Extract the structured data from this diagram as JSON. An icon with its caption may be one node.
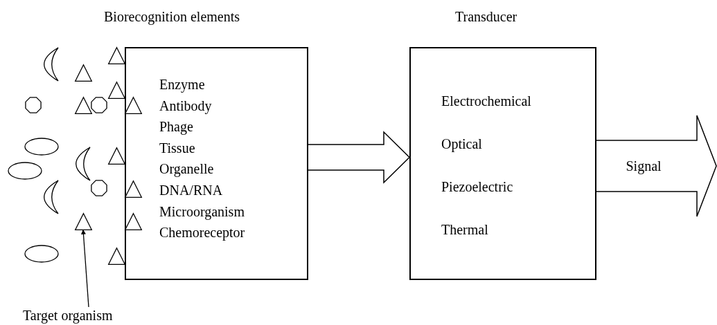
{
  "diagram": {
    "nodes": [
      {
        "text": [
          "Biorecognition elements",
          "Enzyme",
          "Antibody",
          "Phage",
          "Tissue",
          "Organelle",
          "DNA/RNA",
          "Microorganism",
          "Chemoreceptor"
        ]
      },
      {
        "text": [
          "Transducer",
          "Electrochemical",
          "Optical",
          "Piezoelectric",
          "Thermal"
        ]
      },
      {
        "text": [
          "Target organism"
        ]
      },
      {
        "text": [],
        "shape": "triangle"
      },
      {
        "text": [],
        "shape": "crescent"
      },
      {
        "text": [],
        "shape": "triangle"
      },
      {
        "text": [],
        "shape": "triangle"
      },
      {
        "text": [],
        "shape": "octagon"
      },
      {
        "text": [],
        "shape": "triangle"
      },
      {
        "text": [],
        "shape": "octagon"
      },
      {
        "text": [],
        "shape": "triangle",
        "in": 0
      },
      {
        "text": [],
        "shape": "ellipse"
      },
      {
        "text": [],
        "shape": "triangle"
      },
      {
        "text": [],
        "shape": "crescent"
      },
      {
        "text": [],
        "shape": "ellipse"
      },
      {
        "text": [],
        "shape": "octagon"
      },
      {
        "text": [],
        "shape": "triangle",
        "in": 0
      },
      {
        "text": [],
        "shape": "crescent"
      },
      {
        "text": [],
        "shape": "triangle"
      },
      {
        "text": [],
        "shape": "triangle",
        "in": 0
      },
      {
        "text": [],
        "shape": "ellipse"
      },
      {
        "text": [],
        "shape": "triangle"
      }
    ],
    "edges": [
      {
        "from": 0,
        "to": 1,
        "arrow": "to"
      },
      {
        "from": 1,
        "to": null,
        "arrow": "to",
        "label": "Signal"
      },
      {
        "from": 2,
        "to": 18,
        "arrow": "to"
      }
    ]
  }
}
